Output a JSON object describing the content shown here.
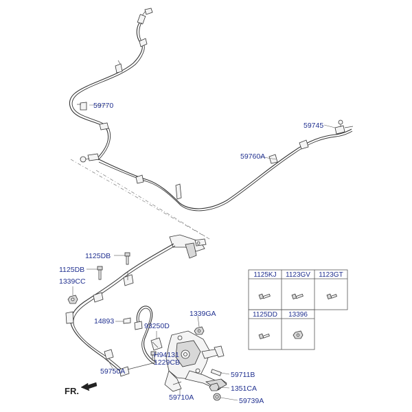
{
  "labels": {
    "rear_cable_left": "59770",
    "clip_right": "59745",
    "rear_cable_right": "59760A",
    "bolt_1": "1125DB",
    "bolt_2": "1125DB",
    "nut_1": "1339CC",
    "clip_14893": "14893",
    "bracket_93250": "93250D",
    "nut_1339ga": "1339GA",
    "bolt_h94131": "H94131",
    "bolt_1229cb": "1229CB",
    "front_cable": "59750A",
    "pin_59711b": "59711B",
    "nut_1351ca": "1351CA",
    "washer_59739a": "59739A",
    "pedal_assy": "59710A",
    "front_marker": "FR."
  },
  "parts_table": {
    "row1": [
      "1125KJ",
      "1123GV",
      "1123GT"
    ],
    "row2": [
      "1125DD",
      "13396"
    ]
  }
}
